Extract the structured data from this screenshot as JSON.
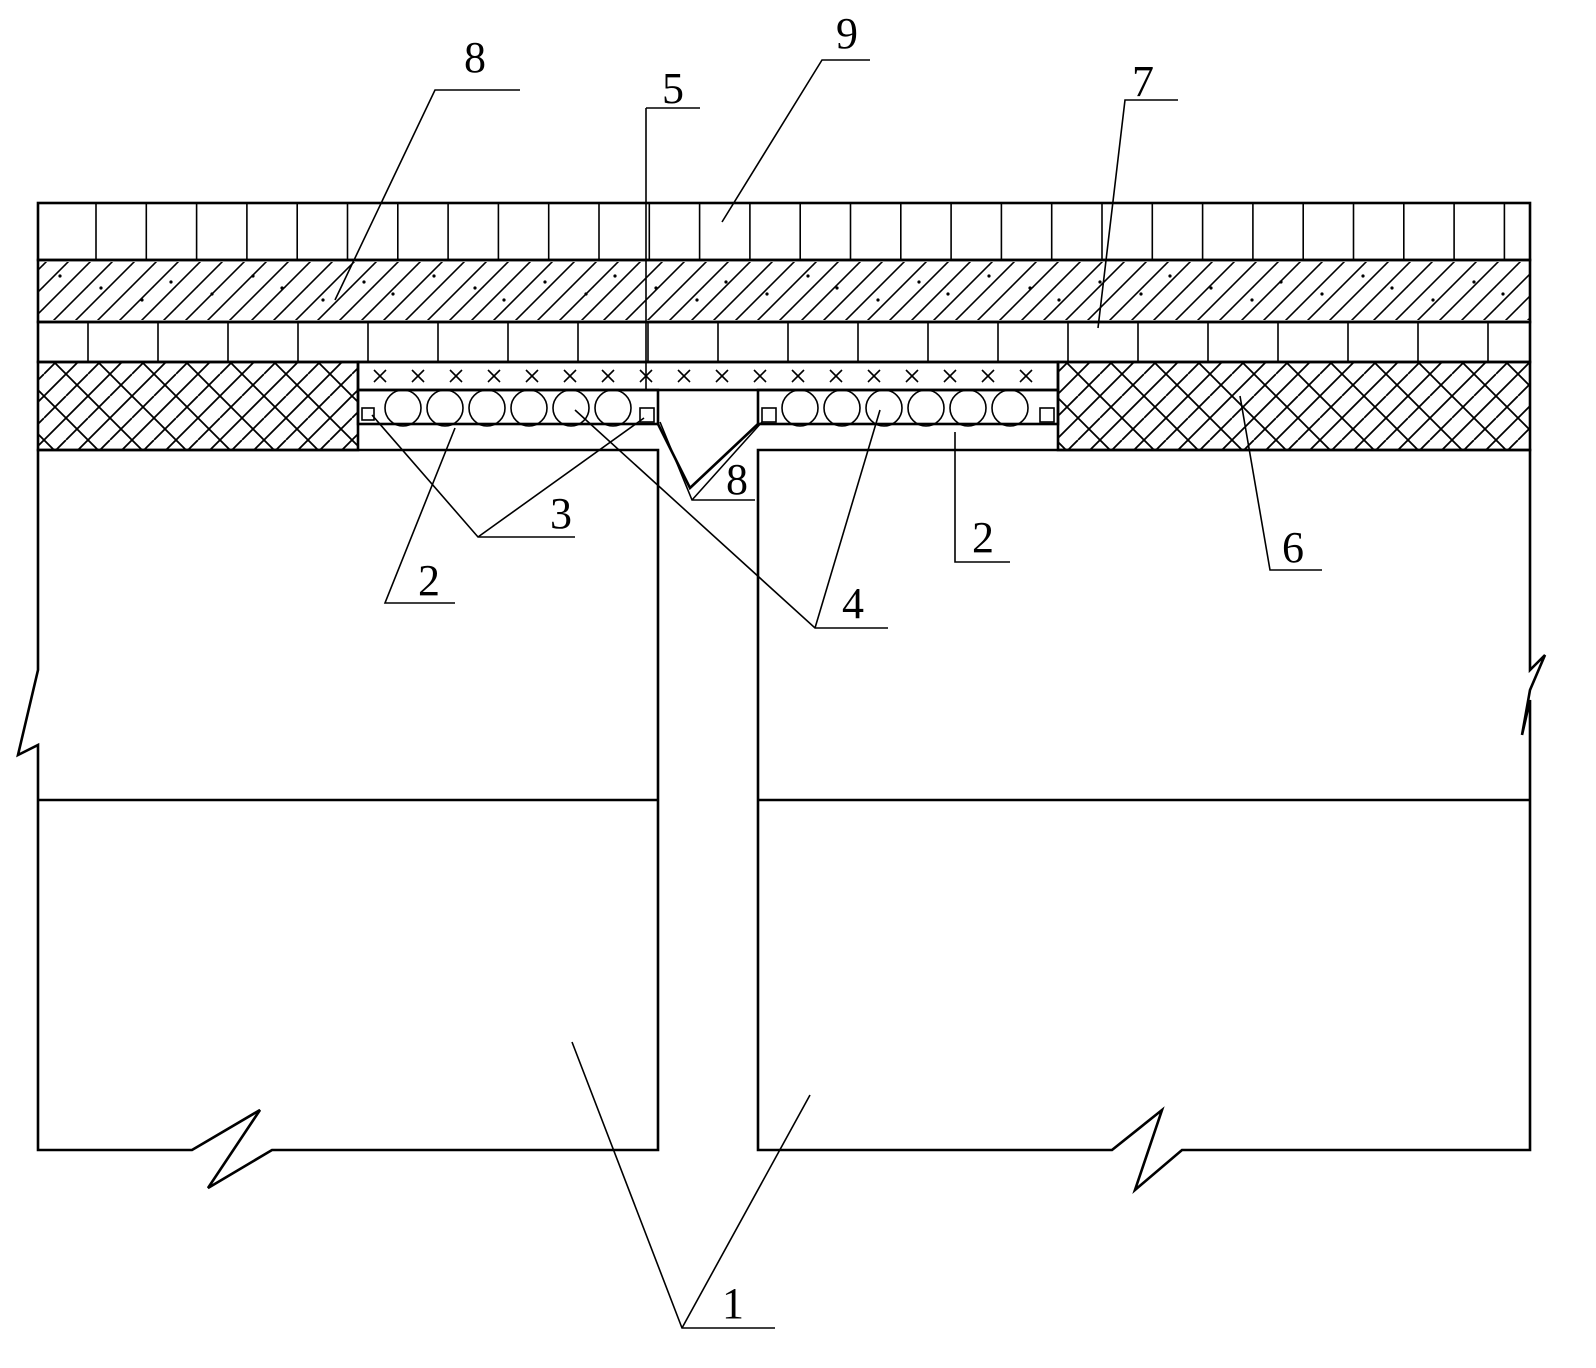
{
  "callouts": {
    "c1": "1",
    "c2_left": "2",
    "c2_right": "2",
    "c3": "3",
    "c4": "4",
    "c5": "5",
    "c6": "6",
    "c7": "7",
    "c8_top": "8",
    "c8_mid": "8",
    "c9": "9"
  }
}
